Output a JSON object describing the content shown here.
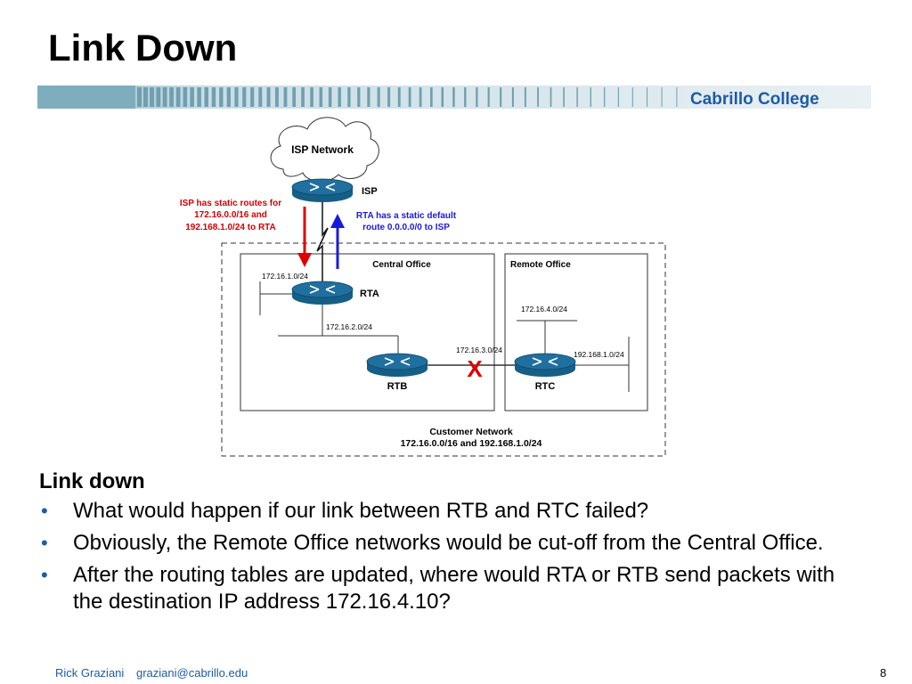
{
  "slide": {
    "title": "Link Down",
    "college": "Cabrillo College"
  },
  "diagram": {
    "cloud_label": "ISP Network",
    "isp_label": "ISP",
    "isp_note": [
      "ISP has static routes for",
      "172.16.0.0/16 and",
      "192.168.1.0/24 to RTA"
    ],
    "rta_note": [
      "RTA has a static default",
      "route 0.0.0.0/0 to ISP"
    ],
    "central_office": "Central Office",
    "remote_office": "Remote Office",
    "net_172_16_1": "172.16.1.0/24",
    "net_172_16_2": "172.16.2.0/24",
    "net_172_16_3": "172.16.3.0/24",
    "net_172_16_4": "172.16.4.0/24",
    "net_192_168_1": "192.168.1.0/24",
    "rta": "RTA",
    "rtb": "RTB",
    "rtc": "RTC",
    "failure_mark": "X",
    "customer_network": [
      "Customer Network",
      "172.16.0.0/16 and 192.168.1.0/24"
    ],
    "colors": {
      "isp_note": "#d40000",
      "rta_note": "#1a1adc",
      "failure": "#e00000",
      "router": "#1f6f9f"
    }
  },
  "content": {
    "subheading": "Link down",
    "bullets": [
      "What would happen if our link between RTB and RTC failed?",
      "Obviously, the Remote Office networks would be cut-off from the Central Office.",
      "After the routing tables are updated, where would RTA or RTB send packets with the destination IP address 172.16.4.10?"
    ]
  },
  "footer": {
    "author": "Rick Graziani",
    "email": "graziani@cabrillo.edu",
    "page": "8"
  }
}
